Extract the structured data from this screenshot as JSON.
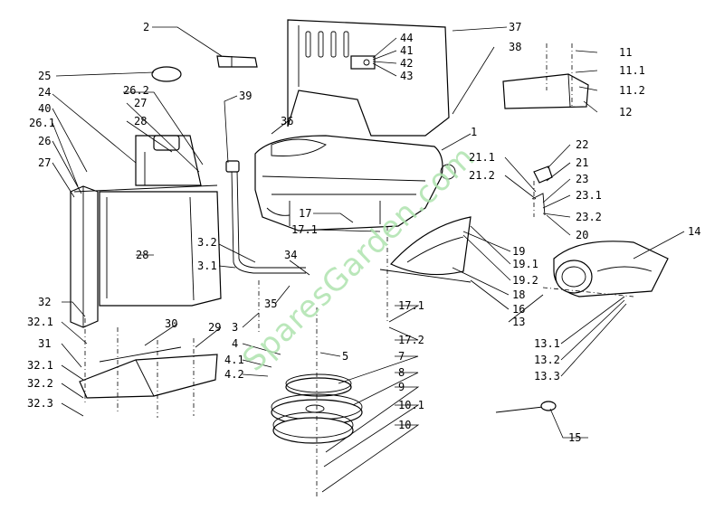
{
  "watermark": "SparesGarden.com",
  "part_labels": [
    "2",
    "37",
    "44",
    "41",
    "42",
    "43",
    "38",
    "11",
    "11.1",
    "11.2",
    "12",
    "25",
    "24",
    "26.2",
    "40",
    "27",
    "39",
    "26.1",
    "28",
    "36",
    "26",
    "27",
    "1",
    "22",
    "21.1",
    "21",
    "21.2",
    "23",
    "23.1",
    "23.2",
    "17",
    "17.1",
    "20",
    "14",
    "28",
    "3.2",
    "19",
    "19.1",
    "3.1",
    "34",
    "19.2",
    "18",
    "32",
    "16",
    "35",
    "13",
    "17.1",
    "32.1",
    "30",
    "29",
    "3",
    "17.2",
    "31",
    "4",
    "13.1",
    "13.2",
    "5",
    "7",
    "32.1",
    "4.1",
    "13.3",
    "32.2",
    "4.2",
    "8",
    "32.3",
    "9",
    "10.1",
    "15",
    "10"
  ]
}
